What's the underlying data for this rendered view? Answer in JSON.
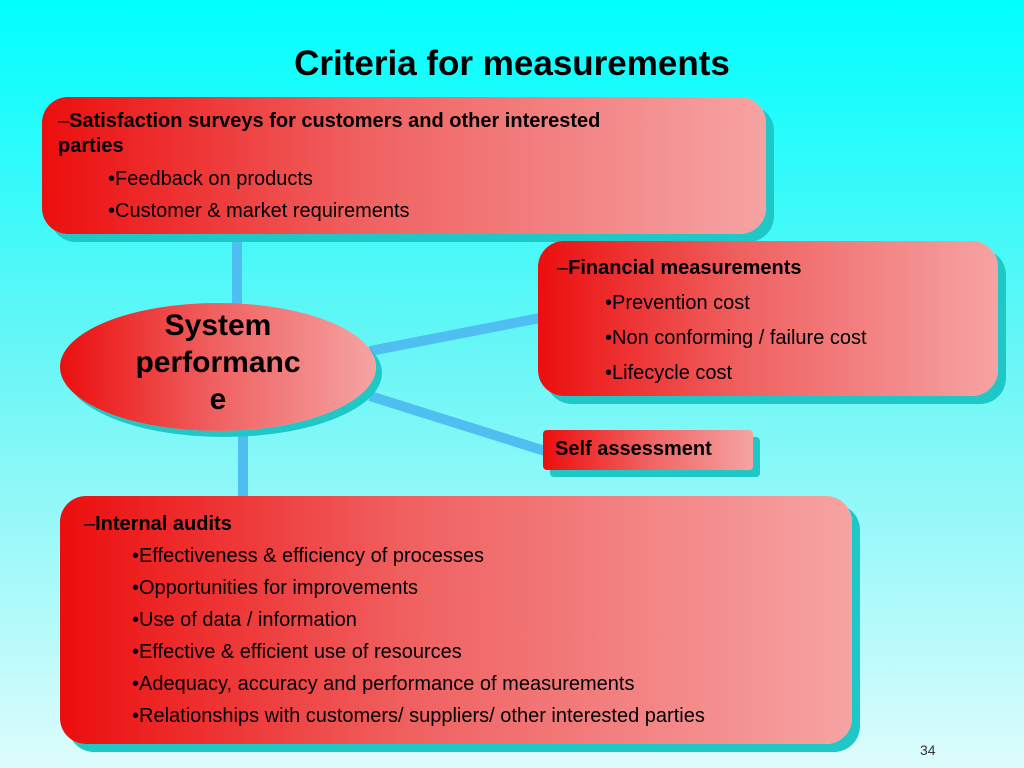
{
  "title": "Criteria for measurements",
  "center": {
    "label": [
      "System",
      "performanc",
      "e"
    ]
  },
  "boxes": {
    "satisfaction": {
      "dash": "–",
      "heading": [
        "Satisfaction surveys for customers and other interested",
        "parties"
      ],
      "items": [
        "•Feedback on products",
        "•Customer & market requirements"
      ]
    },
    "financial": {
      "dash": "–",
      "heading": [
        "Financial measurements"
      ],
      "items": [
        "•Prevention cost",
        "•Non conforming / failure cost",
        "•Lifecycle cost"
      ]
    },
    "self_assessment": {
      "label": "Self assessment"
    },
    "internal_audits": {
      "dash": "–",
      "heading": [
        "Internal audits"
      ],
      "items": [
        "•Effectiveness & efficiency of processes",
        "•Opportunities for improvements",
        "•Use of data / information",
        "•Effective & efficient use of resources",
        "•Adequacy,  accuracy and performance of measurements",
        "•Relationships with customers/ suppliers/ other interested parties"
      ]
    }
  },
  "page_number": "34",
  "colors": {
    "background": "#00ffff",
    "box_left": "#ec0e0e",
    "box_right": "#f6a3a3",
    "shadow": "#20c7c7",
    "connector": "#4fbef0"
  }
}
